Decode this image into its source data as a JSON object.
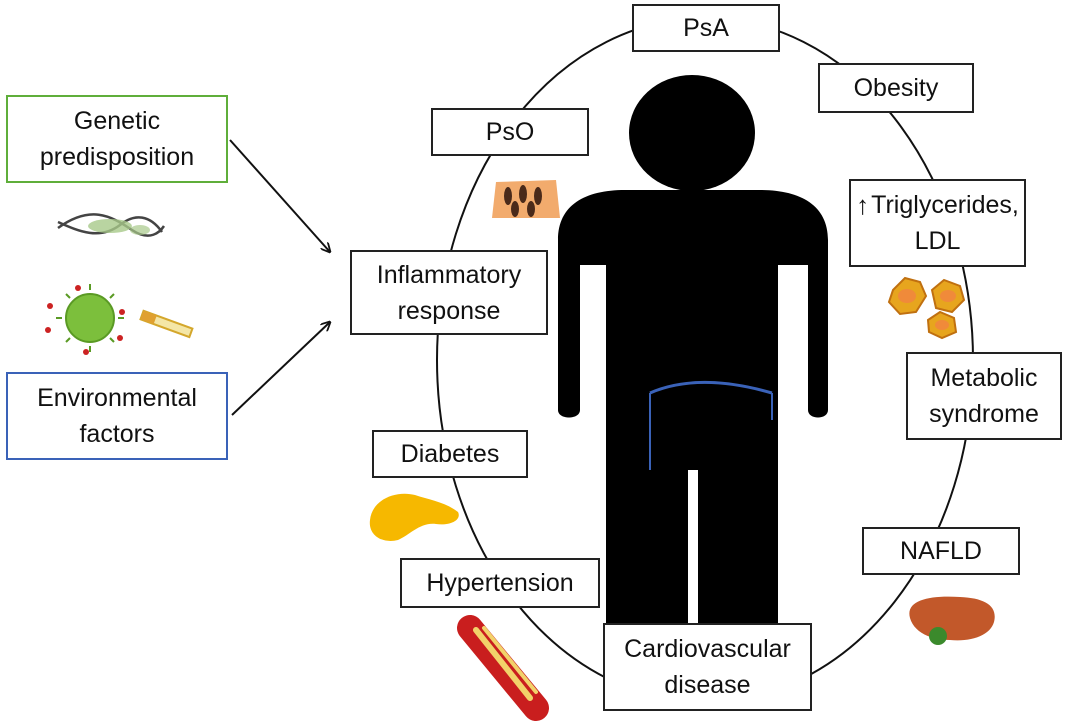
{
  "factors": {
    "genetic": "Genetic\npredisposition",
    "environmental": "Environmental\nfactors"
  },
  "cycle": {
    "psa": "PsA",
    "obesity": "Obesity",
    "pso": "PsO",
    "triglycerides_line1": "Triglycerides,",
    "triglycerides_line2": "LDL",
    "triglycerides_arrow": "↑",
    "inflammatory": "Inflammatory\nresponse",
    "metabolic": "Metabolic\nsyndrome",
    "diabetes": "Diabetes",
    "nafld": "NAFLD",
    "hypertension": "Hypertension",
    "cardiovascular": "Cardiovascular\ndisease"
  },
  "colors": {
    "genetic_border": "#5fae3a",
    "environmental_border": "#3a62b8",
    "figure": "#000000",
    "figure_accent": "#3a62b8"
  }
}
